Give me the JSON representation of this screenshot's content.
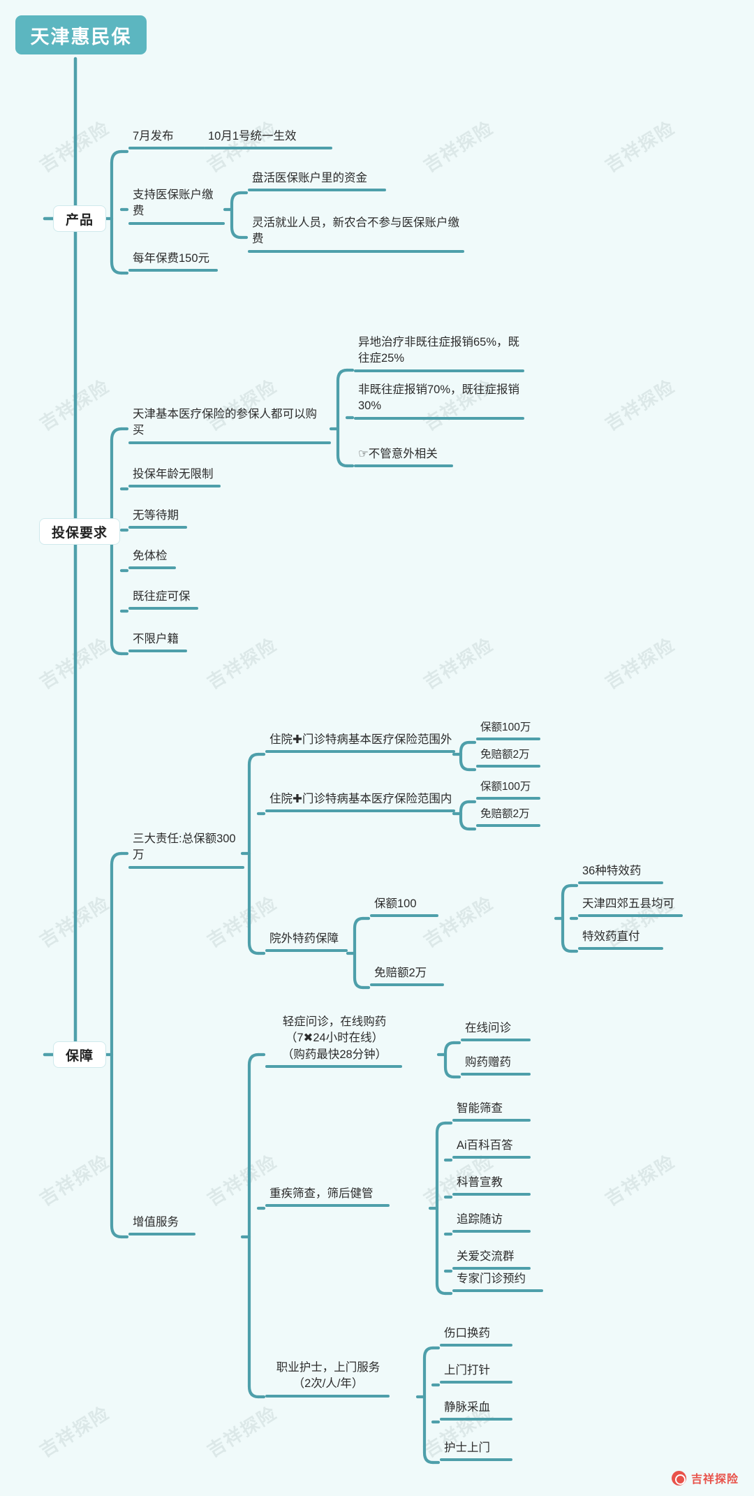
{
  "root": {
    "title": "天津惠民保"
  },
  "watermark": {
    "text": "吉祥探险"
  },
  "footer": {
    "icon": "compass-icon",
    "label": "吉祥探险"
  },
  "categories": {
    "product": "产品",
    "requirements": "投保要求",
    "coverage": "保障"
  },
  "product": {
    "release_month": "7月发布",
    "effective_date": "10月1号统一生效",
    "pay_by_account": "支持医保账户缴费",
    "pay_by_account_sub1": "盘活医保账户里的资金",
    "pay_by_account_sub2": "灵活就业人员，新农合不参与医保账户缴费",
    "premium": "每年保费150元"
  },
  "requirements": {
    "eligibility": "天津基本医疗保险的参保人都可以购买",
    "eligibility_sub1": "异地治疗非既往症报销65%，既往症25%",
    "eligibility_sub2": "非既往症报销70%，既往症报销30%",
    "eligibility_sub3": "☞不管意外相关",
    "items": [
      "投保年龄无限制",
      "无等待期",
      "免体检",
      "既往症可保",
      "不限户籍"
    ]
  },
  "coverage": {
    "three_liabilities": "三大责任:总保额300万",
    "out_of_scope": "住院✚门诊特病基本医疗保险范围外",
    "out_of_scope_sum": "保额100万",
    "out_of_scope_ded": "免赔额2万",
    "in_scope": "住院✚门诊特病基本医疗保险范围内",
    "in_scope_sum": "保额100万",
    "in_scope_ded": "免赔额2万",
    "outpatient_drug": "院外特药保障",
    "outpatient_drug_sum": "保额100",
    "outpatient_drug_sum_sub": [
      "36种特效药",
      "天津四郊五县均可",
      "特效药直付"
    ],
    "outpatient_drug_ded": "免赔额2万",
    "value_added": "增值服务",
    "online_consult": "轻症问诊，在线购药\n（7✖24小时在线）\n（购药最快28分钟）",
    "online_consult_sub": [
      "在线问诊",
      "购药赠药"
    ],
    "screening": "重疾筛查，筛后健管",
    "screening_sub": [
      "智能筛查",
      "Ai百科百答",
      "科普宣教",
      "追踪随访",
      "关爱交流群",
      "专家门诊预约"
    ],
    "nurse": "职业护士，上门服务\n（2次/人/年）",
    "nurse_sub": [
      "伤口换药",
      "上门打针",
      "静脉采血",
      "护士上门"
    ]
  },
  "colors": {
    "background": "#f0fafa",
    "accent": "#4e9faa",
    "root_bg": "#5cb6c0",
    "footer": "#e8524a"
  }
}
